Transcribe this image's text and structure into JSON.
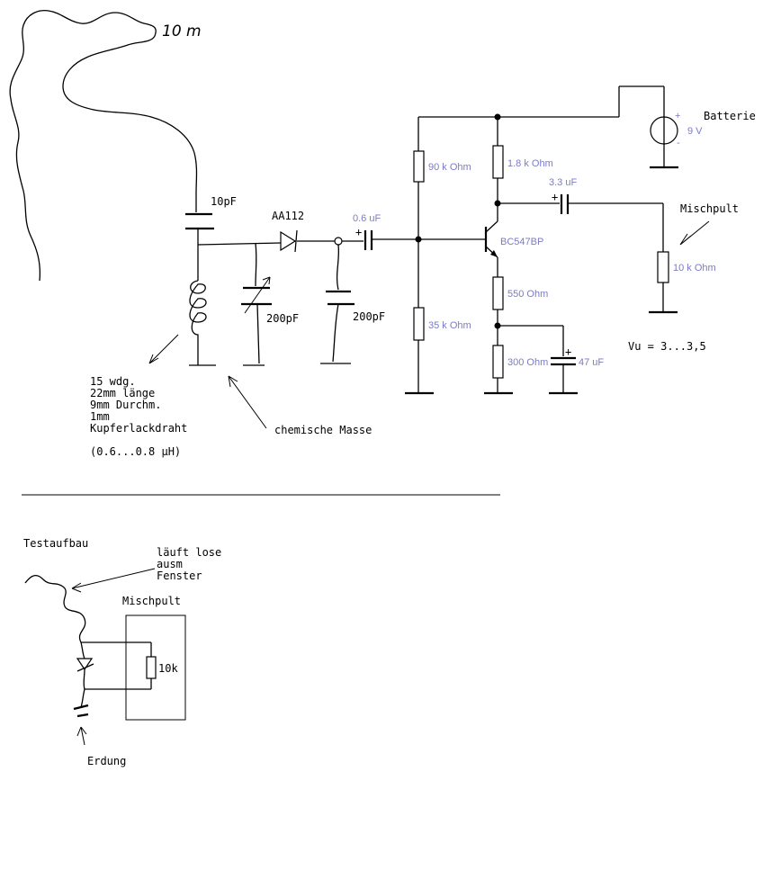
{
  "antenna_length": "10 m",
  "antenna_cap": "10pF",
  "diode": "AA112",
  "coupling_cap": "0.6 uF",
  "tune_cap_1": "200pF",
  "tune_cap_2": "200pF",
  "r_top_base": "90 k Ohm",
  "r_bottom_base": "35 k Ohm",
  "r_collector": "1.8 k Ohm",
  "transistor": "BC547BP",
  "r_emitter_1": "550 Ohm",
  "r_emitter_2": "300 Ohm",
  "c_emitter": "47 uF",
  "c_out": "3.3 uF",
  "battery_label": "Batterie",
  "battery_voltage": "9 V",
  "battery_plus": "+",
  "battery_minus": "-",
  "cap_plus": "+",
  "mixer_label": "Mischpult",
  "r_mixer": "10 k Ohm",
  "gain": "Vu = 3...3,5",
  "chem_ground": "chemische Masse",
  "coil_notes": [
    "15 wdg.",
    "22mm länge",
    "9mm Durchm.",
    "1mm",
    "Kupferlackdraht",
    "",
    "(0.6...0.8 µH)"
  ],
  "test_title": "Testaufbau",
  "test_note": [
    "läuft lose",
    "ausm",
    "Fenster"
  ],
  "test_mixer": "Mischpult",
  "test_resistor": "10k",
  "test_ground": "Erdung"
}
